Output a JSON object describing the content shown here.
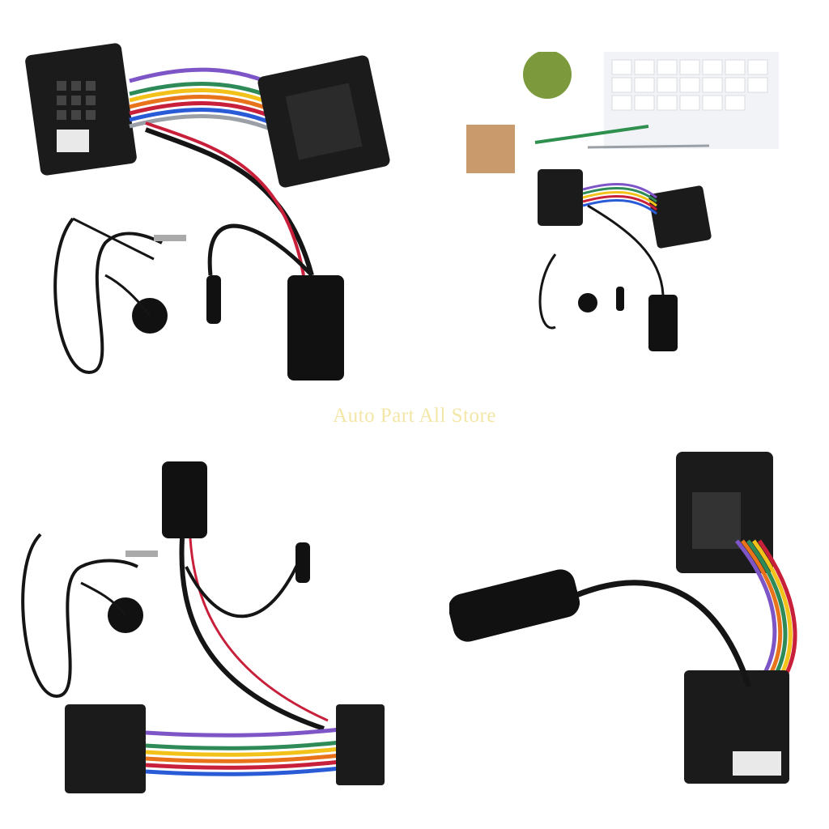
{
  "watermark": {
    "text": "Auto Part All Store",
    "color": "#f3e6a6"
  },
  "photos": [
    {
      "subject": "bluetooth-adapter-harness-with-microphone"
    },
    {
      "subject": "adapter-harness-on-desk-with-keyboard-cactus-pens"
    },
    {
      "subject": "adapter-harness-alternate-view"
    },
    {
      "subject": "adapter-module-with-connectors-closeup"
    }
  ],
  "colors": {
    "connector": "#1b1b1b",
    "wire_colors": [
      "#7d55c7",
      "#ffffff",
      "#2e8b57",
      "#f2c21b",
      "#e8731a",
      "#c8203a",
      "#2a5bd7",
      "#9aa0a6"
    ],
    "cable": "#151515"
  }
}
